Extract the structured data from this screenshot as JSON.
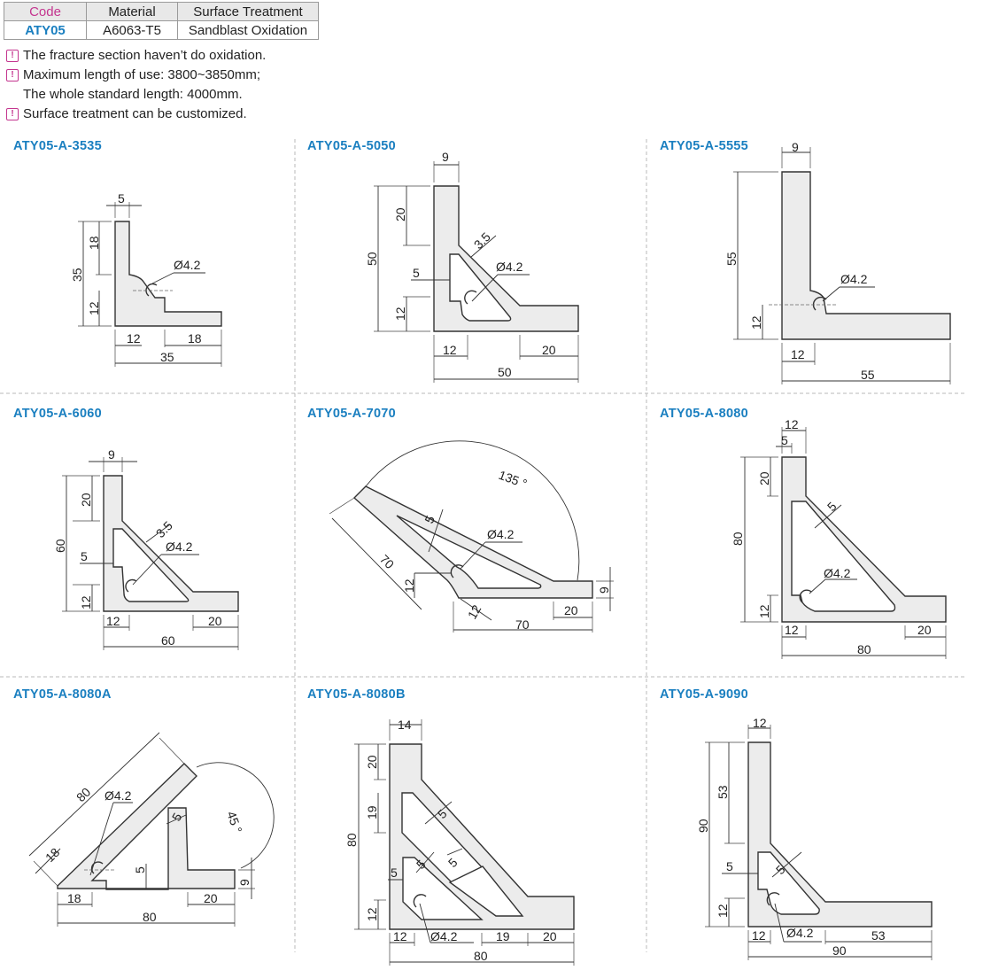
{
  "spec_table": {
    "headers": [
      "Code",
      "Material",
      "Surface Treatment"
    ],
    "row": [
      "ATY05",
      "A6063-T5",
      "Sandblast Oxidation"
    ]
  },
  "notes": [
    {
      "lines": [
        "The fracture section haven’t do oxidation."
      ]
    },
    {
      "lines": [
        "Maximum length of use: 3800~3850mm;",
        "The whole standard length: 4000mm."
      ]
    },
    {
      "lines": [
        "Surface treatment can be customized."
      ]
    }
  ],
  "note_icon": "!",
  "colors": {
    "title_blue": "#1a7fc0",
    "header_pink": "#c4358f"
  },
  "drawings": [
    {
      "code": "ATY05-A-3535",
      "dims": [
        "5",
        "18",
        "35",
        "12",
        "Ø4.2",
        "12",
        "18",
        "35"
      ]
    },
    {
      "code": "ATY05-A-5050",
      "dims": [
        "9",
        "20",
        "50",
        "3.5",
        "Ø4.2",
        "5",
        "12",
        "12",
        "20",
        "50"
      ]
    },
    {
      "code": "ATY05-A-5555",
      "dims": [
        "9",
        "55",
        "Ø4.2",
        "12",
        "12",
        "55"
      ]
    },
    {
      "code": "ATY05-A-6060",
      "dims": [
        "9",
        "20",
        "60",
        "3.5",
        "Ø4.2",
        "5",
        "12",
        "12",
        "20",
        "60"
      ]
    },
    {
      "code": "ATY05-A-7070",
      "dims": [
        "135 °",
        "5",
        "Ø4.2",
        "70",
        "12",
        "12",
        "9",
        "20",
        "70"
      ]
    },
    {
      "code": "ATY05-A-8080",
      "dims": [
        "12",
        "5",
        "20",
        "80",
        "5",
        "Ø4.2",
        "12",
        "12",
        "20",
        "80"
      ]
    },
    {
      "code": "ATY05-A-8080A",
      "dims": [
        "80",
        "Ø4.2",
        "5",
        "45 °",
        "18",
        "5",
        "9",
        "18",
        "20",
        "80"
      ]
    },
    {
      "code": "ATY05-A-8080B",
      "dims": [
        "14",
        "20",
        "19",
        "80",
        "5",
        "5",
        "5",
        "5",
        "12",
        "Ø4.2",
        "12",
        "19",
        "20",
        "80"
      ]
    },
    {
      "code": "ATY05-A-9090",
      "dims": [
        "12",
        "53",
        "90",
        "5",
        "5",
        "12",
        "Ø4.2",
        "12",
        "53",
        "90"
      ]
    }
  ]
}
